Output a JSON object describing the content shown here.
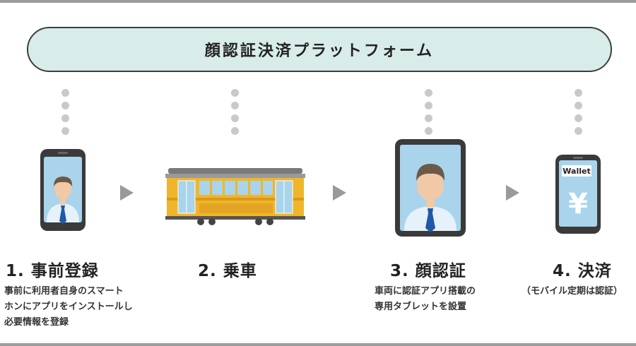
{
  "platform": {
    "label": "顔認証決済プラットフォーム"
  },
  "steps": [
    {
      "title": "1. 事前登録",
      "desc": [
        "事前に利用者自身のスマート",
        "ホンにアプリをインストールし",
        "必要情報を登録"
      ]
    },
    {
      "title": "2. 乗車",
      "desc": []
    },
    {
      "title": "3. 顔認証",
      "desc": [
        "車両に認証アプリ搭載の",
        "専用タブレットを設置"
      ]
    },
    {
      "title": "4. 決済",
      "desc": [
        "（モバイル定期は認証）"
      ]
    }
  ],
  "wallet": {
    "label": "Wallet",
    "symbol": "¥"
  },
  "colors": {
    "platform_fill": "#d8ecea",
    "device_screen": "#a9d4ec",
    "tram_body": "#f0b62b",
    "arrow": "#9a9a9a",
    "dots": "#c9c9c9"
  }
}
